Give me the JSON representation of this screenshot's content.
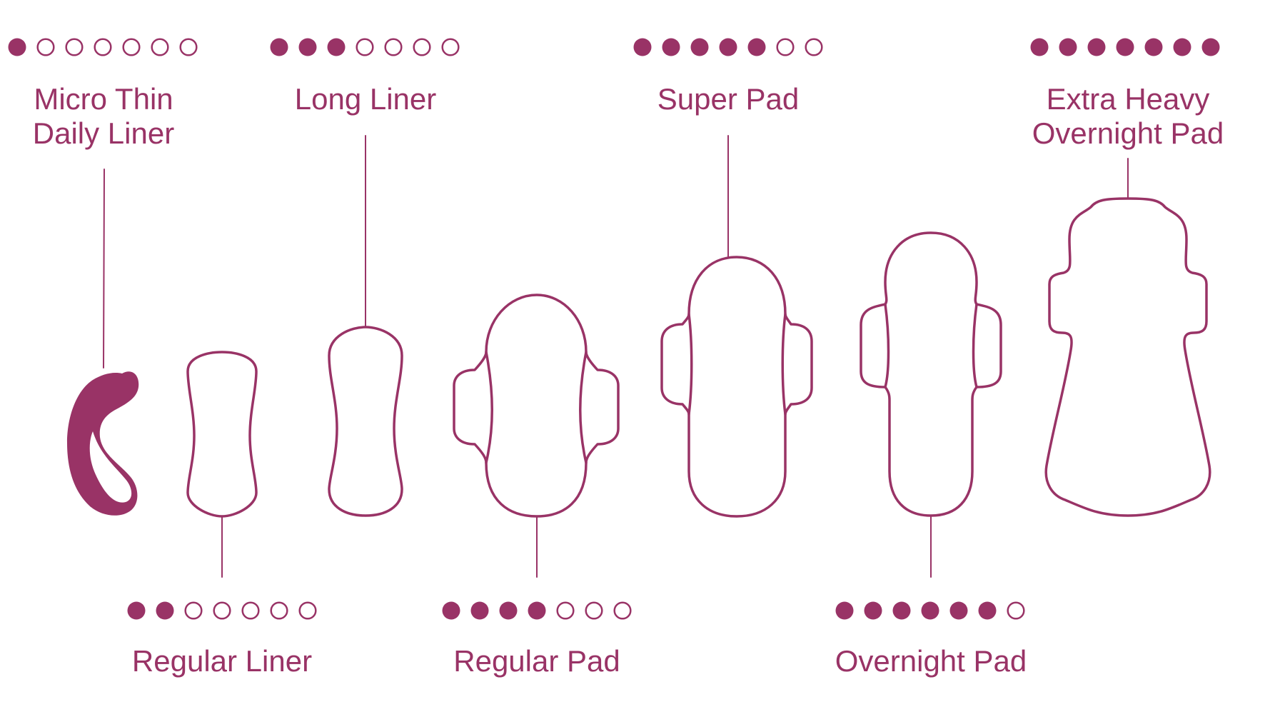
{
  "accent_color": "#993366",
  "products": [
    {
      "id": "micro-thin-daily-liner",
      "label_lines": [
        "Micro Thin",
        "Daily Liner"
      ],
      "absorbency": 1,
      "absorbency_max": 7,
      "shape": "curl"
    },
    {
      "id": "regular-liner",
      "label_lines": [
        "Regular Liner"
      ],
      "absorbency": 2,
      "absorbency_max": 7,
      "shape": "liner-small"
    },
    {
      "id": "long-liner",
      "label_lines": [
        "Long Liner"
      ],
      "absorbency": 3,
      "absorbency_max": 7,
      "shape": "liner-long"
    },
    {
      "id": "regular-pad",
      "label_lines": [
        "Regular Pad"
      ],
      "absorbency": 4,
      "absorbency_max": 7,
      "shape": "pad-wings"
    },
    {
      "id": "super-pad",
      "label_lines": [
        "Super Pad"
      ],
      "absorbency": 5,
      "absorbency_max": 7,
      "shape": "pad-wings"
    },
    {
      "id": "overnight-pad",
      "label_lines": [
        "Overnight Pad"
      ],
      "absorbency": 6,
      "absorbency_max": 7,
      "shape": "pad-wings"
    },
    {
      "id": "extra-heavy-overnight-pad",
      "label_lines": [
        "Extra Heavy",
        "Overnight Pad"
      ],
      "absorbency": 7,
      "absorbency_max": 7,
      "shape": "pad-flared"
    }
  ]
}
